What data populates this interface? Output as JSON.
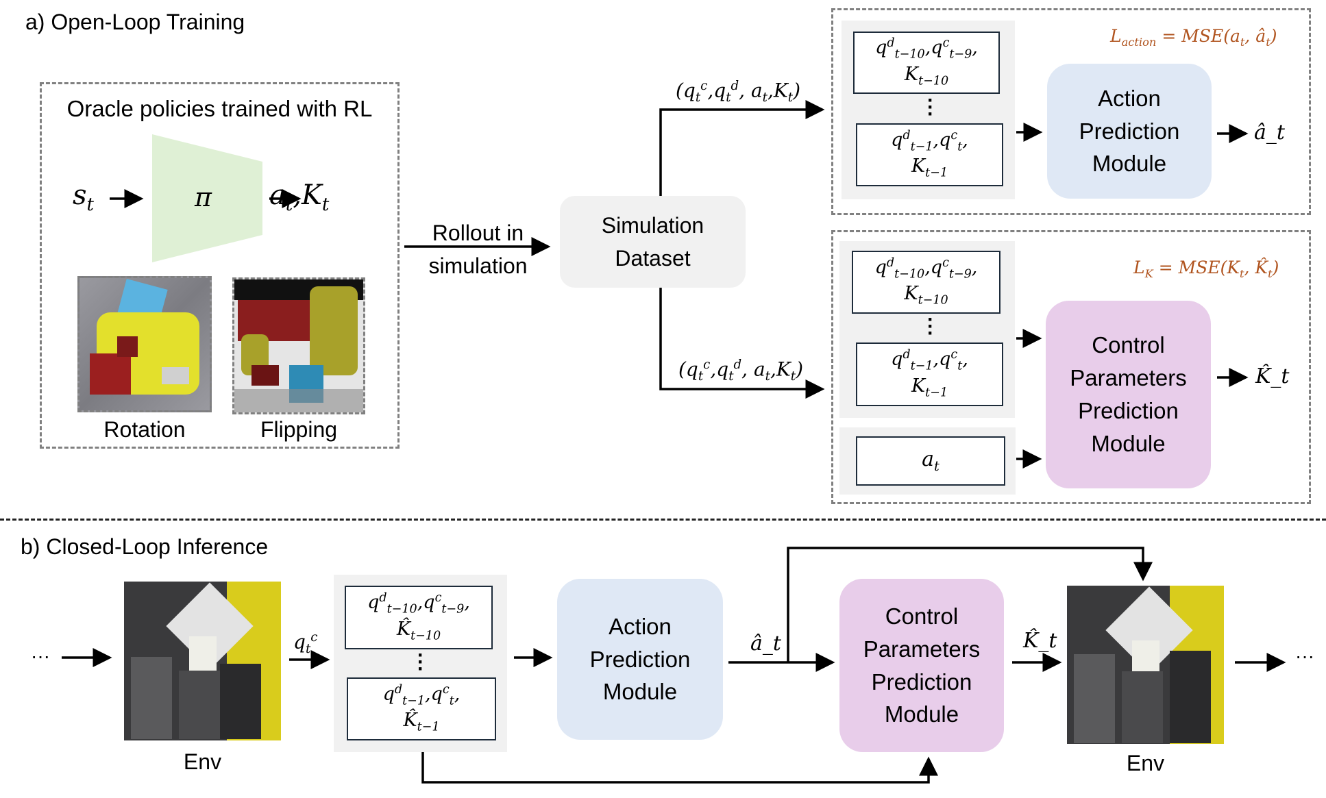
{
  "section_a": {
    "title": "a) Open-Loop Training",
    "oracle_box": {
      "title": "Oracle policies trained with RL",
      "input": "s_t",
      "policy": "π",
      "output": "a_t,K_t",
      "tasks": [
        {
          "label": "Rotation",
          "image": "simulated-robot-hand-rotation-image"
        },
        {
          "label": "Flipping",
          "image": "simulated-robot-hand-flipping-image"
        }
      ]
    },
    "rollout_label": [
      "Rollout in",
      "simulation"
    ],
    "dataset_label": [
      "Simulation",
      "Dataset"
    ],
    "branch_labels": [
      "(q_t^c,q_t^d,a_t,K_t)",
      "(q_t^c,q_t^d,a_t,K_t)"
    ],
    "action_training": {
      "history_top": {
        "line1": "q^d_{t−10},q^c_{t−9},",
        "line2": "K_{t−10}"
      },
      "history_bottom": {
        "line1": "q^d_{t−1},q^c_t,",
        "line2": "K_{t−1}"
      },
      "module": [
        "Action",
        "Prediction",
        "Module"
      ],
      "output": "â_t",
      "loss": "L_action = MSE(a_t, â_t)"
    },
    "control_training": {
      "history_top": {
        "line1": "q^d_{t−10},q^c_{t−9},",
        "line2": "K_{t−10}"
      },
      "history_bottom": {
        "line1": "q^d_{t−1},q^c_t,",
        "line2": "K_{t−1}"
      },
      "action_input": "a_t",
      "module": [
        "Control",
        "Parameters",
        "Prediction",
        "Module"
      ],
      "output": "K̂_t",
      "loss": "L_K = MSE(K_t, K̂_t)"
    }
  },
  "section_b": {
    "title": "b) Closed-Loop Inference",
    "ellipsis": "···",
    "env_label": "Env",
    "obs_label": "q_t^c",
    "history_top": {
      "line1": "q^d_{t−10},q^c_{t−9},",
      "line2": "K̂_{t−10}"
    },
    "history_bottom": {
      "line1": "q^d_{t−1},q^c_t,",
      "line2": "K̂_{t−1}"
    },
    "action_module": [
      "Action",
      "Prediction",
      "Module"
    ],
    "action_output": "â_t",
    "control_module": [
      "Control",
      "Parameters",
      "Prediction",
      "Module"
    ],
    "control_output": "K̂_t"
  },
  "colors": {
    "action_module": "#dfe8f5",
    "control_module": "#e8cdea",
    "policy": "#dff0d5",
    "panel": "#f1f1f1",
    "loss_text": "#b0541f",
    "dashed_border": "#808080"
  }
}
